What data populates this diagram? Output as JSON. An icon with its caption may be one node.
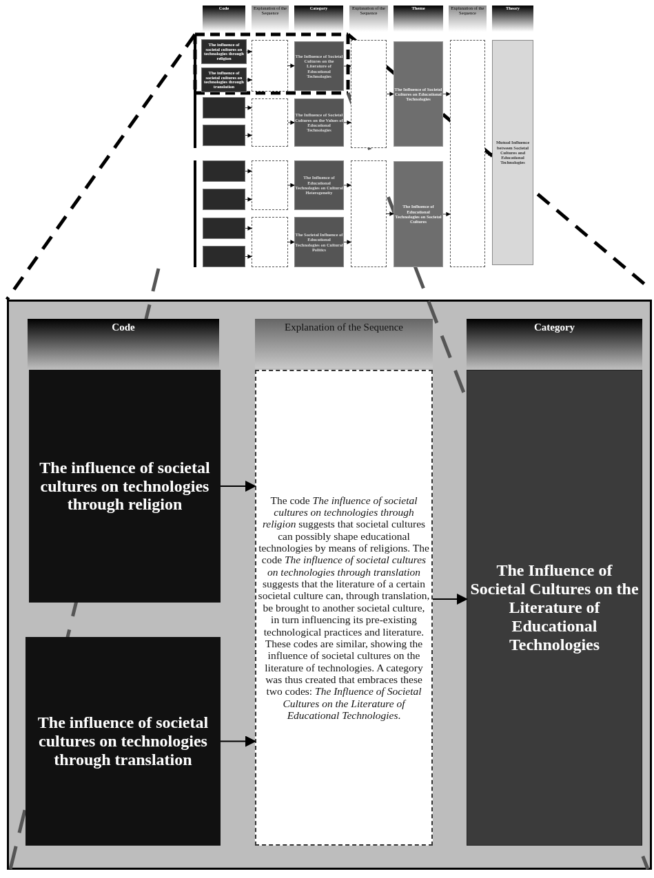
{
  "diagram": {
    "nodes": [
      {
        "text": [
          "Code"
        ]
      },
      {
        "text": [
          "Explanation of the Sequence"
        ]
      },
      {
        "text": [
          "Category"
        ]
      },
      {
        "text": [
          "Explanation of the Sequence"
        ]
      },
      {
        "text": [
          "Theme"
        ]
      },
      {
        "text": [
          "Explanation of the Sequence"
        ]
      },
      {
        "text": [
          "Theory"
        ]
      },
      {
        "text": [
          "The influence of societal cultures on technologies through religion"
        ]
      },
      {
        "text": [
          "The influence of societal cultures on technologies through translation"
        ]
      },
      {
        "text": [],
        "shape": "box"
      },
      {
        "text": [
          "The Influence of Societal Cultures on the Literature of Educational Technologies"
        ]
      },
      {
        "text": [],
        "shape": "box"
      },
      {
        "text": [
          "The Influence of Societal Cultures on Educational Technologies"
        ]
      },
      {
        "text": [],
        "shape": "box"
      },
      {
        "text": [
          "Mutual Influence between Societal Cultures and Educational Technologies"
        ]
      },
      {
        "text": [],
        "shape": "box"
      },
      {
        "text": [],
        "shape": "box"
      },
      {
        "text": [],
        "shape": "box"
      },
      {
        "text": [
          "The Influence of Societal Cultures on the Values of Educational Technologies"
        ]
      },
      {
        "text": [],
        "shape": "box"
      },
      {
        "text": [],
        "shape": "box"
      },
      {
        "text": [],
        "shape": "box"
      },
      {
        "text": [
          "The Influence of Educational Technologies on Cultural Heterogeneity"
        ]
      },
      {
        "text": [],
        "shape": "box"
      },
      {
        "text": [
          "The Influence of Educational Technologies on Societal Cultures"
        ]
      },
      {
        "text": [],
        "shape": "box"
      },
      {
        "text": [],
        "shape": "box"
      },
      {
        "text": [],
        "shape": "box"
      },
      {
        "text": [
          "The Societal Influence of Educational Technologies on Cultural Politics"
        ]
      },
      {
        "text": [
          "Code"
        ]
      },
      {
        "text": [
          "Explanation of the Sequence"
        ]
      },
      {
        "text": [
          "Category"
        ]
      },
      {
        "text": [
          "The influence of societal cultures on technologies through religion"
        ]
      },
      {
        "text": [
          "The influence of societal cultures on technologies through translation"
        ]
      },
      {
        "text": [
          "The code *The influence of societal cultures on technologies through religion* suggests that societal cultures can possibly shape educational technologies by means of religions. The code *The influence of societal cultures on technologies through translation* suggests that the literature of a certain societal culture can, through translation, be brought to another societal culture, in turn influencing its pre-existing technological practices and literature. These codes are similar, showing the influence of societal cultures on the literature of technologies. A category was thus created that embraces these two codes: *The Influence of Societal Cultures on the Literature of Educational Technologies*."
        ]
      },
      {
        "text": [
          "The Influence of Societal Cultures on the Literature of Educational Technologies"
        ]
      }
    ],
    "edges": [
      {
        "from": 7,
        "to": 9,
        "arrow": "to"
      },
      {
        "from": 8,
        "to": 9,
        "arrow": "to"
      },
      {
        "from": 9,
        "to": 10,
        "arrow": "to"
      },
      {
        "from": 10,
        "to": 11,
        "arrow": "to"
      },
      {
        "from": 11,
        "to": 12,
        "arrow": "to"
      },
      {
        "from": 12,
        "to": 13,
        "arrow": "to"
      },
      {
        "from": 13,
        "to": 14,
        "arrow": "to"
      },
      {
        "from": 15,
        "to": 17,
        "arrow": "to"
      },
      {
        "from": 16,
        "to": 17,
        "arrow": "to"
      },
      {
        "from": 17,
        "to": 18,
        "arrow": "to"
      },
      {
        "from": 18,
        "to": 11,
        "arrow": "to"
      },
      {
        "from": 19,
        "to": 21,
        "arrow": "to"
      },
      {
        "from": 20,
        "to": 21,
        "arrow": "to"
      },
      {
        "from": 21,
        "to": 22,
        "arrow": "to"
      },
      {
        "from": 22,
        "to": 23,
        "arrow": "to"
      },
      {
        "from": 23,
        "to": 24,
        "arrow": "to"
      },
      {
        "from": 24,
        "to": 13,
        "arrow": "to"
      },
      {
        "from": 25,
        "to": 27,
        "arrow": "to"
      },
      {
        "from": 26,
        "to": 27,
        "arrow": "to"
      },
      {
        "from": 27,
        "to": 28,
        "arrow": "to"
      },
      {
        "from": 28,
        "to": 23,
        "arrow": "to"
      },
      {
        "from": 32,
        "to": 34,
        "arrow": "to"
      },
      {
        "from": 33,
        "to": 34,
        "arrow": "to"
      },
      {
        "from": 34,
        "to": 35,
        "arrow": "to"
      }
    ]
  }
}
